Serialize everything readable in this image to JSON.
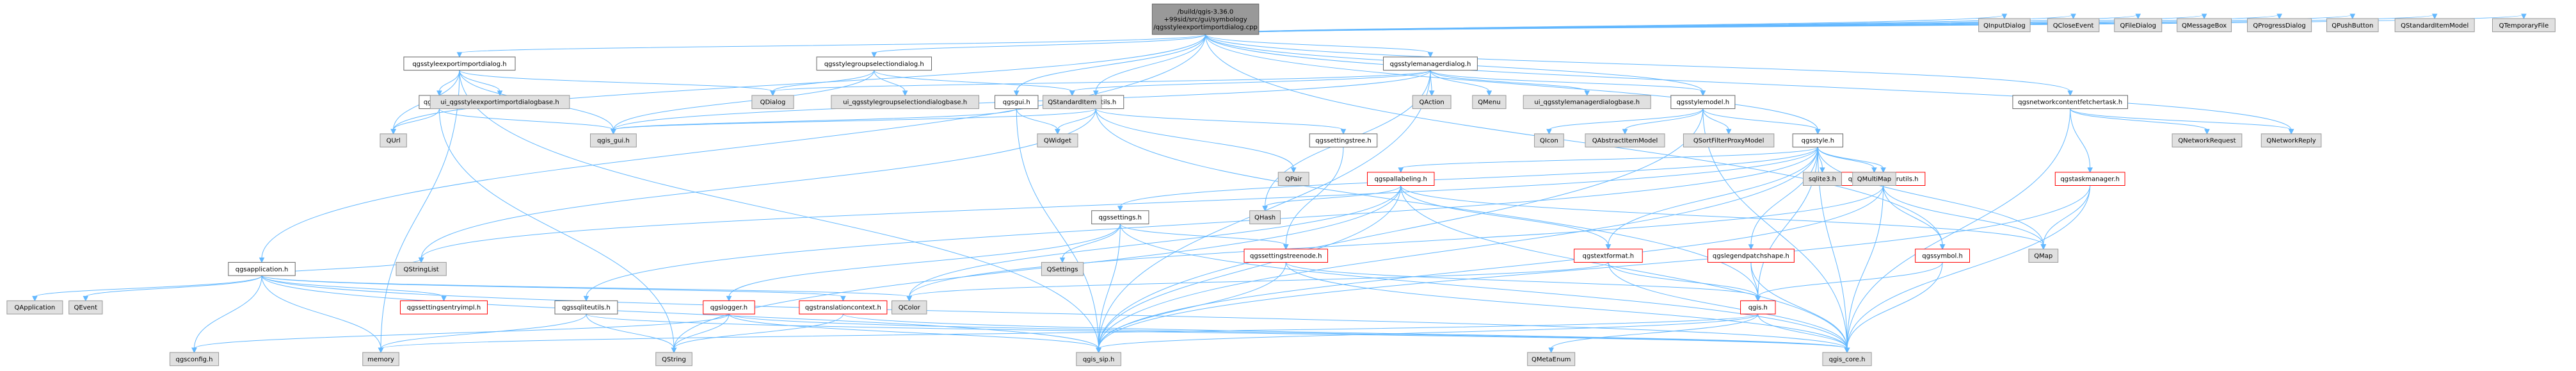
{
  "colors": {
    "root_fill": "#999999",
    "documented_fill": "#ffffff",
    "documented_stroke": "#666666",
    "undocumented_fill": "#e0e0e0",
    "undocumented_stroke": "#999999",
    "red_stroke": "#ff0000",
    "edge": "#63b8ff",
    "text": "#000000"
  },
  "nodes": [
    {
      "id": "root",
      "label": [
        "/build/qgis-3.36.0",
        "+99sid/src/gui/symbology",
        "/qgsstyleexportimportdialog.cpp"
      ],
      "kind": "root"
    },
    {
      "id": "qgsstyleexportimportdialog_h",
      "label": [
        "qgsstyleexportimportdialog.h"
      ],
      "kind": "doc"
    },
    {
      "id": "qgsstylegroupselectiondialog_h",
      "label": [
        "qgsstylegroupselectiondialog.h"
      ],
      "kind": "doc"
    },
    {
      "id": "qgsstylemanagerdialog_h",
      "label": [
        "qgsstylemanagerdialog.h"
      ],
      "kind": "doc"
    },
    {
      "id": "qgsgui_h",
      "label": [
        "qgsgui.h"
      ],
      "kind": "doc"
    },
    {
      "id": "qgsguiutils_h",
      "label": [
        "qgsguiutils.h"
      ],
      "kind": "doc"
    },
    {
      "id": "qgsstylemodel_h",
      "label": [
        "qgsstylemodel.h"
      ],
      "kind": "doc"
    },
    {
      "id": "qgsstyle_h",
      "label": [
        "qgsstyle.h"
      ],
      "kind": "doc"
    },
    {
      "id": "qgsnetworkcontentfetchertask_h",
      "label": [
        "qgsnetworkcontentfetchertask.h"
      ],
      "kind": "doc"
    },
    {
      "id": "qgshelp_h",
      "label": [
        "qgshelp.h"
      ],
      "kind": "doc"
    },
    {
      "id": "qgsapplication_h",
      "label": [
        "qgsapplication.h"
      ],
      "kind": "doc"
    },
    {
      "id": "qgssettings_h",
      "label": [
        "qgssettings.h"
      ],
      "kind": "doc"
    },
    {
      "id": "qgssettingstree_h",
      "label": [
        "qgssettingstree.h"
      ],
      "kind": "doc"
    },
    {
      "id": "qgspallabeling_h",
      "label": [
        "qgspallabeling.h"
      ],
      "kind": "red"
    },
    {
      "id": "qgssymbollayerutils_h",
      "label": [
        "qgssymbollayerutils.h"
      ],
      "kind": "red"
    },
    {
      "id": "qgstaskmanager_h",
      "label": [
        "qgstaskmanager.h"
      ],
      "kind": "red"
    },
    {
      "id": "qgssettingstreenode_h",
      "label": [
        "qgssettingstreenode.h"
      ],
      "kind": "red"
    },
    {
      "id": "qgstextformat_h",
      "label": [
        "qgstextformat.h"
      ],
      "kind": "red"
    },
    {
      "id": "qgslegendpatchshape_h",
      "label": [
        "qgslegendpatchshape.h"
      ],
      "kind": "red"
    },
    {
      "id": "qgssymbol_h",
      "label": [
        "qgssymbol.h"
      ],
      "kind": "red"
    },
    {
      "id": "qgssqliteutils_h",
      "label": [
        "qgssqliteutils.h"
      ],
      "kind": "doc"
    },
    {
      "id": "qgslogger_h",
      "label": [
        "qgslogger.h"
      ],
      "kind": "red"
    },
    {
      "id": "qgstranslationcontext_h",
      "label": [
        "qgstranslationcontext.h"
      ],
      "kind": "red"
    },
    {
      "id": "qgssettingsentryimpl_h",
      "label": [
        "qgssettingsentryimpl.h"
      ],
      "kind": "red"
    },
    {
      "id": "qgis_h",
      "label": [
        "qgis.h"
      ],
      "kind": "red"
    },
    {
      "id": "qgis_gui_h",
      "label": [
        "qgis_gui.h"
      ],
      "kind": "undoc"
    },
    {
      "id": "qgis_sip_h",
      "label": [
        "qgis_sip.h"
      ],
      "kind": "undoc"
    },
    {
      "id": "qgis_core_h",
      "label": [
        "qgis_core.h"
      ],
      "kind": "undoc"
    },
    {
      "id": "qgsconfig_h",
      "label": [
        "qgsconfig.h"
      ],
      "kind": "undoc"
    },
    {
      "id": "ui_export",
      "label": [
        "ui_qgsstyleexportimportdialogbase.h"
      ],
      "kind": "undoc"
    },
    {
      "id": "ui_groupsel",
      "label": [
        "ui_qgsstylegroupselectiondialogbase.h"
      ],
      "kind": "undoc"
    },
    {
      "id": "ui_manager",
      "label": [
        "ui_qgsstylemanagerdialogbase.h"
      ],
      "kind": "undoc"
    },
    {
      "id": "QDialog",
      "label": [
        "QDialog"
      ],
      "kind": "undoc"
    },
    {
      "id": "QStandardItem",
      "label": [
        "QStandardItem"
      ],
      "kind": "undoc"
    },
    {
      "id": "QAction",
      "label": [
        "QAction"
      ],
      "kind": "undoc"
    },
    {
      "id": "QMenu",
      "label": [
        "QMenu"
      ],
      "kind": "undoc"
    },
    {
      "id": "QUrl",
      "label": [
        "QUrl"
      ],
      "kind": "undoc"
    },
    {
      "id": "QWidget",
      "label": [
        "QWidget"
      ],
      "kind": "undoc"
    },
    {
      "id": "QPair",
      "label": [
        "QPair"
      ],
      "kind": "undoc"
    },
    {
      "id": "QIcon",
      "label": [
        "QIcon"
      ],
      "kind": "undoc"
    },
    {
      "id": "QAbstractItemModel",
      "label": [
        "QAbstractItemModel"
      ],
      "kind": "undoc"
    },
    {
      "id": "QSortFilterProxyModel",
      "label": [
        "QSortFilterProxyModel"
      ],
      "kind": "undoc"
    },
    {
      "id": "QMultiMap",
      "label": [
        "QMultiMap"
      ],
      "kind": "undoc"
    },
    {
      "id": "sqlite3_h",
      "label": [
        "sqlite3.h"
      ],
      "kind": "undoc"
    },
    {
      "id": "QHash",
      "label": [
        "QHash"
      ],
      "kind": "undoc"
    },
    {
      "id": "QMap",
      "label": [
        "QMap"
      ],
      "kind": "undoc"
    },
    {
      "id": "QSettings",
      "label": [
        "QSettings"
      ],
      "kind": "undoc"
    },
    {
      "id": "QStringList",
      "label": [
        "QStringList"
      ],
      "kind": "undoc"
    },
    {
      "id": "QColor",
      "label": [
        "QColor"
      ],
      "kind": "undoc"
    },
    {
      "id": "QString",
      "label": [
        "QString"
      ],
      "kind": "undoc"
    },
    {
      "id": "memory",
      "label": [
        "memory"
      ],
      "kind": "undoc"
    },
    {
      "id": "QMetaEnum",
      "label": [
        "QMetaEnum"
      ],
      "kind": "undoc"
    },
    {
      "id": "QApplication",
      "label": [
        "QApplication"
      ],
      "kind": "undoc"
    },
    {
      "id": "QEvent",
      "label": [
        "QEvent"
      ],
      "kind": "undoc"
    },
    {
      "id": "QNetworkRequest",
      "label": [
        "QNetworkRequest"
      ],
      "kind": "undoc"
    },
    {
      "id": "QNetworkReply",
      "label": [
        "QNetworkReply"
      ],
      "kind": "undoc"
    },
    {
      "id": "QInputDialog",
      "label": [
        "QInputDialog"
      ],
      "kind": "undoc"
    },
    {
      "id": "QCloseEvent",
      "label": [
        "QCloseEvent"
      ],
      "kind": "undoc"
    },
    {
      "id": "QFileDialog",
      "label": [
        "QFileDialog"
      ],
      "kind": "undoc"
    },
    {
      "id": "QMessageBox",
      "label": [
        "QMessageBox"
      ],
      "kind": "undoc"
    },
    {
      "id": "QProgressDialog",
      "label": [
        "QProgressDialog"
      ],
      "kind": "undoc"
    },
    {
      "id": "QPushButton",
      "label": [
        "QPushButton"
      ],
      "kind": "undoc"
    },
    {
      "id": "QStandardItemModel",
      "label": [
        "QStandardItemModel"
      ],
      "kind": "undoc"
    },
    {
      "id": "QTemporaryFile",
      "label": [
        "QTemporaryFile"
      ],
      "kind": "undoc"
    }
  ],
  "edges": [
    [
      "root",
      "qgsstyleexportimportdialog_h"
    ],
    [
      "root",
      "qgsstylegroupselectiondialog_h"
    ],
    [
      "root",
      "qgsstylemanagerdialog_h"
    ],
    [
      "root",
      "qgsgui_h"
    ],
    [
      "root",
      "qgsguiutils_h"
    ],
    [
      "root",
      "qgsstylemodel_h"
    ],
    [
      "root",
      "qgsstyle_h"
    ],
    [
      "root",
      "qgsnetworkcontentfetchertask_h"
    ],
    [
      "root",
      "qgsapplication_h"
    ],
    [
      "root",
      "qgssymbol_h"
    ],
    [
      "root",
      "QUrl"
    ],
    [
      "root",
      "QInputDialog"
    ],
    [
      "root",
      "QCloseEvent"
    ],
    [
      "root",
      "QFileDialog"
    ],
    [
      "root",
      "QMessageBox"
    ],
    [
      "root",
      "QProgressDialog"
    ],
    [
      "root",
      "QPushButton"
    ],
    [
      "root",
      "QStandardItemModel"
    ],
    [
      "root",
      "QTemporaryFile"
    ],
    [
      "root",
      "QNetworkReply"
    ],
    [
      "qgsstyleexportimportdialog_h",
      "QDialog"
    ],
    [
      "qgsstyleexportimportdialog_h",
      "QUrl"
    ],
    [
      "qgsstyleexportimportdialog_h",
      "ui_export"
    ],
    [
      "qgsstyleexportimportdialog_h",
      "qgis_gui_h"
    ],
    [
      "qgsstyleexportimportdialog_h",
      "qgshelp_h"
    ],
    [
      "qgsstyleexportimportdialog_h",
      "memory"
    ],
    [
      "qgsstyleexportimportdialog_h",
      "qgis_sip_h"
    ],
    [
      "qgsstylegroupselectiondialog_h",
      "ui_groupsel"
    ],
    [
      "qgsstylegroupselectiondialog_h",
      "QDialog"
    ],
    [
      "qgsstylegroupselectiondialog_h",
      "QStandardItem"
    ],
    [
      "qgsstylegroupselectiondialog_h",
      "qgis_gui_h"
    ],
    [
      "qgsstylemanagerdialog_h",
      "QDialog"
    ],
    [
      "qgsstylemanagerdialog_h",
      "QStandardItem"
    ],
    [
      "qgsstylemanagerdialog_h",
      "QAction"
    ],
    [
      "qgsstylemanagerdialog_h",
      "QMenu"
    ],
    [
      "qgsstylemanagerdialog_h",
      "ui_manager"
    ],
    [
      "qgsstylemanagerdialog_h",
      "qgis_gui_h"
    ],
    [
      "qgsstylemanagerdialog_h",
      "qgsstylemodel_h"
    ],
    [
      "qgsstylemanagerdialog_h",
      "QHash"
    ],
    [
      "qgsstylemanagerdialog_h",
      "qgis_sip_h"
    ],
    [
      "qgsgui_h",
      "qgis_gui_h"
    ],
    [
      "qgsgui_h",
      "qgis_sip_h"
    ],
    [
      "qgsgui_h",
      "QWidget"
    ],
    [
      "qgsguiutils_h",
      "QWidget"
    ],
    [
      "qgsguiutils_h",
      "QPair"
    ],
    [
      "qgsguiutils_h",
      "qgis_gui_h"
    ],
    [
      "qgsguiutils_h",
      "qgssettingstree_h"
    ],
    [
      "qgsguiutils_h",
      "qgis_h"
    ],
    [
      "qgsguiutils_h",
      "QStringList"
    ],
    [
      "qgsstylemodel_h",
      "qgis_core_h"
    ],
    [
      "qgsstylemodel_h",
      "qgis_sip_h"
    ],
    [
      "qgsstylemodel_h",
      "qgsstyle_h"
    ],
    [
      "qgsstylemodel_h",
      "QIcon"
    ],
    [
      "qgsstylemodel_h",
      "QAbstractItemModel"
    ],
    [
      "qgsstylemodel_h",
      "QSortFilterProxyModel"
    ],
    [
      "qgsstyle_h",
      "qgis_core_h"
    ],
    [
      "qgsstyle_h",
      "qgis_sip_h"
    ],
    [
      "qgsstyle_h",
      "qgssettings_h"
    ],
    [
      "qgsstyle_h",
      "QMultiMap"
    ],
    [
      "qgsstyle_h",
      "QMap"
    ],
    [
      "qgsstyle_h",
      "sqlite3_h"
    ],
    [
      "qgsstyle_h",
      "QStringList"
    ],
    [
      "qgsstyle_h",
      "qgis_h"
    ],
    [
      "qgsstyle_h",
      "qgssymbollayerutils_h"
    ],
    [
      "qgsstyle_h",
      "qgspallabeling_h"
    ],
    [
      "qgsstyle_h",
      "qgslegendpatchshape_h"
    ],
    [
      "qgsstyle_h",
      "qgssqliteutils_h"
    ],
    [
      "qgsstyle_h",
      "qgstextformat_h"
    ],
    [
      "qgsnetworkcontentfetchertask_h",
      "qgstaskmanager_h"
    ],
    [
      "qgsnetworkcontentfetchertask_h",
      "QNetworkRequest"
    ],
    [
      "qgsnetworkcontentfetchertask_h",
      "QNetworkReply"
    ],
    [
      "qgsnetworkcontentfetchertask_h",
      "qgis_core_h"
    ],
    [
      "qgshelp_h",
      "qgis_gui_h"
    ],
    [
      "qgshelp_h",
      "QUrl"
    ],
    [
      "qgshelp_h",
      "QString"
    ],
    [
      "qgsapplication_h",
      "qgis_core_h"
    ],
    [
      "qgsapplication_h",
      "QApplication"
    ],
    [
      "qgsapplication_h",
      "QEvent"
    ],
    [
      "qgsapplication_h",
      "QStringList"
    ],
    [
      "qgsapplication_h",
      "QColor"
    ],
    [
      "qgsapplication_h",
      "qgis_sip_h"
    ],
    [
      "qgsapplication_h",
      "qgsconfig_h"
    ],
    [
      "qgsapplication_h",
      "qgstranslationcontext_h"
    ],
    [
      "qgsapplication_h",
      "qgssettingsentryimpl_h"
    ],
    [
      "qgsapplication_h",
      "memory"
    ],
    [
      "qgssettings_h",
      "QSettings"
    ],
    [
      "qgssettings_h",
      "qgis_core_h"
    ],
    [
      "qgssettings_h",
      "qgis_sip_h"
    ],
    [
      "qgssettings_h",
      "qgslogger_h"
    ],
    [
      "qgssettings_h",
      "qgssettingstreenode_h"
    ],
    [
      "qgssettingstree_h",
      "qgssettingstreenode_h"
    ],
    [
      "qgspallabeling_h",
      "qgis_core_h"
    ],
    [
      "qgspallabeling_h",
      "QHash"
    ],
    [
      "qgspallabeling_h",
      "QColor"
    ],
    [
      "qgspallabeling_h",
      "QMap"
    ],
    [
      "qgspallabeling_h",
      "qgstextformat_h"
    ],
    [
      "qgspallabeling_h",
      "qgis_sip_h"
    ],
    [
      "qgspallabeling_h",
      "QString"
    ],
    [
      "qgssymbollayerutils_h",
      "qgis_core_h"
    ],
    [
      "qgssymbollayerutils_h",
      "QMap"
    ],
    [
      "qgssymbollayerutils_h",
      "QColor"
    ],
    [
      "qgssymbollayerutils_h",
      "qgssymbol_h"
    ],
    [
      "qgssymbollayerutils_h",
      "qgis_sip_h"
    ],
    [
      "qgstaskmanager_h",
      "QMap"
    ],
    [
      "qgstaskmanager_h",
      "qgis_core_h"
    ],
    [
      "qgstaskmanager_h",
      "qgis_sip_h"
    ],
    [
      "qgssettingstreenode_h",
      "qgis_core_h"
    ],
    [
      "qgssettingstreenode_h",
      "qgis_sip_h"
    ],
    [
      "qgssettingstreenode_h",
      "qgis_h"
    ],
    [
      "qgstextformat_h",
      "qgis_core_h"
    ],
    [
      "qgstextformat_h",
      "qgis_h"
    ],
    [
      "qgstextformat_h",
      "QColor"
    ],
    [
      "qgslegendpatchshape_h",
      "qgis_core_h"
    ],
    [
      "qgslegendpatchshape_h",
      "qgis_h"
    ],
    [
      "qgssymbol_h",
      "qgis_core_h"
    ],
    [
      "qgssymbol_h",
      "qgis_h"
    ],
    [
      "qgssqliteutils_h",
      "qgis_core_h"
    ],
    [
      "qgssqliteutils_h",
      "QString"
    ],
    [
      "qgssqliteutils_h",
      "memory"
    ],
    [
      "qgslogger_h",
      "qgis_core_h"
    ],
    [
      "qgslogger_h",
      "QString"
    ],
    [
      "qgslogger_h",
      "qgsconfig_h"
    ],
    [
      "qgslogger_h",
      "qgis_sip_h"
    ],
    [
      "qgstranslationcontext_h",
      "qgis_core_h"
    ],
    [
      "qgstranslationcontext_h",
      "QString"
    ],
    [
      "qgis_h",
      "qgis_core_h"
    ],
    [
      "qgis_h",
      "qgis_sip_h"
    ],
    [
      "qgis_h",
      "QMetaEnum"
    ],
    [
      "qgis_h",
      "memory"
    ]
  ]
}
